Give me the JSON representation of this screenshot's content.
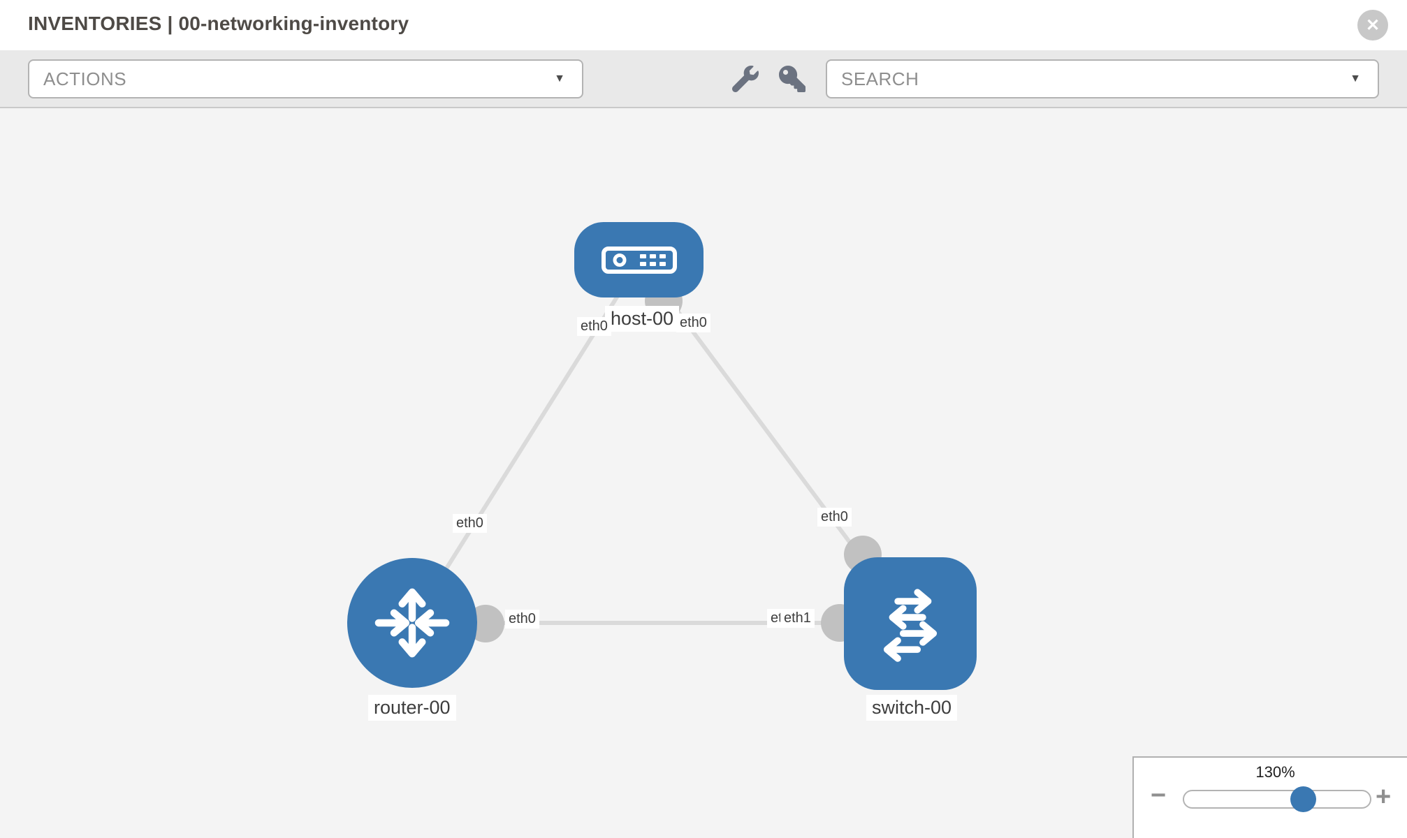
{
  "header": {
    "title": "INVENTORIES | 00-networking-inventory"
  },
  "toolbar": {
    "actions_label": "ACTIONS",
    "search_placeholder": "SEARCH",
    "icons": [
      "wrench-icon",
      "key-icon"
    ]
  },
  "icons": {
    "close": "✕",
    "caret": "▼",
    "minus": "−",
    "plus": "+"
  },
  "topology": {
    "nodes": [
      {
        "id": "host-00",
        "type": "host"
      },
      {
        "id": "router-00",
        "type": "router"
      },
      {
        "id": "switch-00",
        "type": "switch"
      }
    ],
    "links": [
      {
        "from": "host-00",
        "to": "router-00",
        "from_if": "eth0",
        "to_if": "eth0"
      },
      {
        "from": "host-00",
        "to": "switch-00",
        "from_if": "eth0",
        "to_if": "eth0"
      },
      {
        "from": "router-00",
        "to": "switch-00",
        "from_if": "eth0",
        "to_if": "eth1",
        "to_if_overlapped": "eth0"
      }
    ],
    "colors": {
      "node_blue": "#3a78b2",
      "link_gray": "#dadada",
      "port_gray": "#c1c1c1"
    }
  },
  "zoom_control": {
    "level": "130%"
  }
}
